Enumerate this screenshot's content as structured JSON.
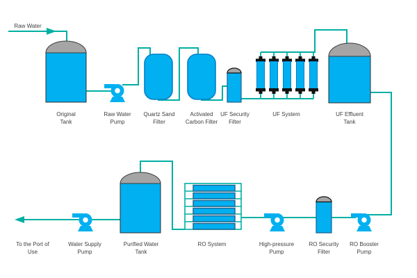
{
  "labels": {
    "raw_water": "Raw Water",
    "original_tank": {
      "line1": "Original",
      "line2": "Tank"
    },
    "raw_water_pump": {
      "line1": "Raw Water",
      "line2": "Pump"
    },
    "quartz_sand_filter": {
      "line1": "Quartz Sand",
      "line2": "Filter"
    },
    "activated_carbon_filter": {
      "line1": "Activated",
      "line2": "Carbon Filter"
    },
    "uf_security_filter": {
      "line1": "UF Security",
      "line2": "Filter"
    },
    "uf_system": {
      "line1": "UF System"
    },
    "uf_effluent_tank": {
      "line1": "UF Effluent",
      "line2": "Tank"
    },
    "to_port_of_use": {
      "line1": "To the Port of",
      "line2": "Use"
    },
    "water_supply_pump": {
      "line1": "Water Supply",
      "line2": "Pump"
    },
    "purified_water_tank": {
      "line1": "Purified Water",
      "line2": "Tank"
    },
    "ro_system": {
      "line1": "RO System"
    },
    "high_pressure_pump": {
      "line1": "High-pressure",
      "line2": "Pump"
    },
    "ro_security_filter": {
      "line1": "RO Security",
      "line2": "Filter"
    },
    "ro_booster_pump": {
      "line1": "RO Booster",
      "line2": "Pump"
    }
  },
  "colors": {
    "pipe_teal": "#00AFA3",
    "equipment_cyan": "#00B0F0",
    "tank_dome_gray": "#A5A5A5",
    "vessel_border_blue": "#0080C8",
    "membrane_border_navy": "#1F618D",
    "cap_black": "#121212",
    "label_text": "#3F3F3F",
    "background": "#FFFFFF"
  }
}
